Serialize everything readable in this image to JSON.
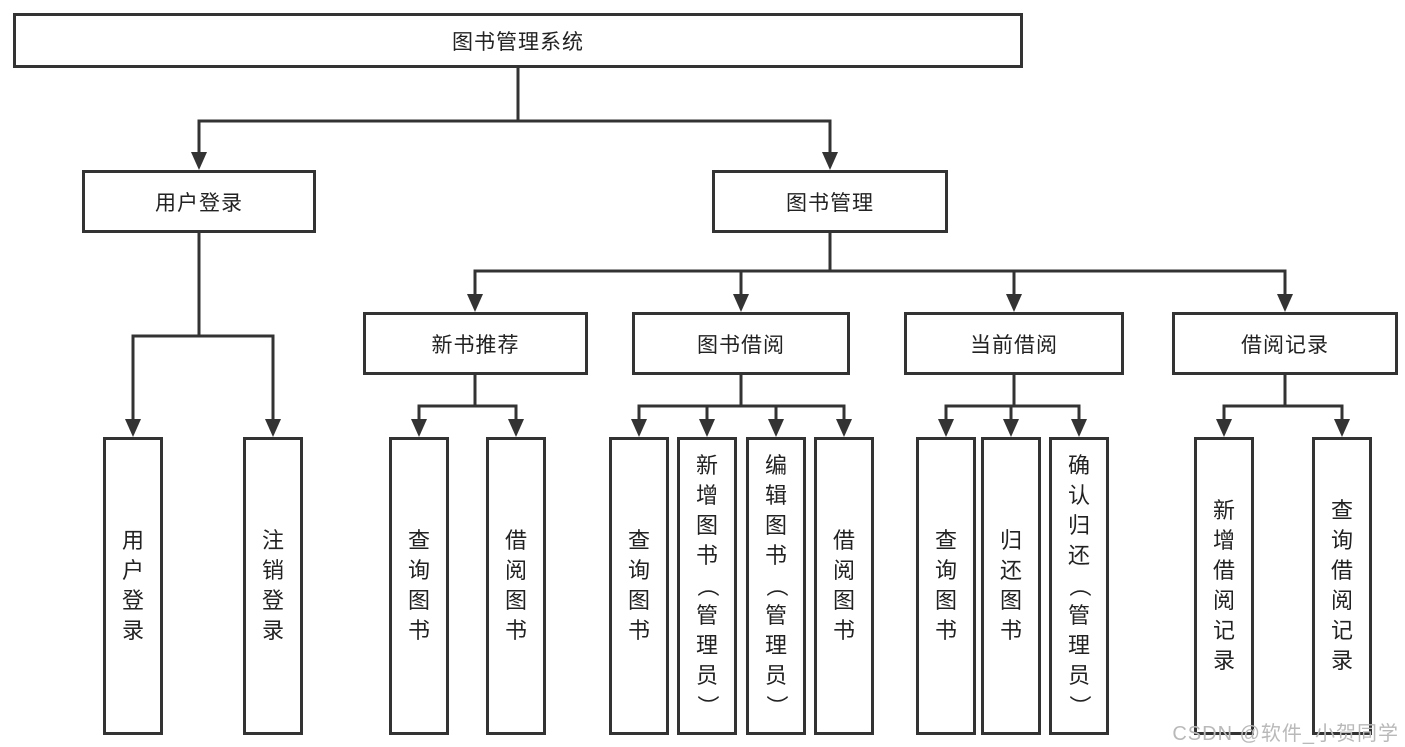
{
  "tree": {
    "root": {
      "label": "图书管理系统",
      "children": [
        {
          "label": "用户登录",
          "children": [
            {
              "label": "用户登录"
            },
            {
              "label": "注销登录"
            }
          ]
        },
        {
          "label": "图书管理",
          "children": [
            {
              "label": "新书推荐",
              "children": [
                {
                  "label": "查询图书"
                },
                {
                  "label": "借阅图书"
                }
              ]
            },
            {
              "label": "图书借阅",
              "children": [
                {
                  "label": "查询图书"
                },
                {
                  "label": "新增图书（管理员）"
                },
                {
                  "label": "编辑图书（管理员）"
                },
                {
                  "label": "借阅图书"
                }
              ]
            },
            {
              "label": "当前借阅",
              "children": [
                {
                  "label": "查询图书"
                },
                {
                  "label": "归还图书"
                },
                {
                  "label": "确认归还（管理员）"
                }
              ]
            },
            {
              "label": "借阅记录",
              "children": [
                {
                  "label": "新增借阅记录"
                },
                {
                  "label": "查询借阅记录"
                }
              ]
            }
          ]
        }
      ]
    }
  },
  "watermark": {
    "text": "CSDN @软件_小贺同学"
  },
  "colors": {
    "line": "#333333",
    "text": "#222222",
    "background": "#ffffff",
    "watermark": "#b9b9b9"
  }
}
